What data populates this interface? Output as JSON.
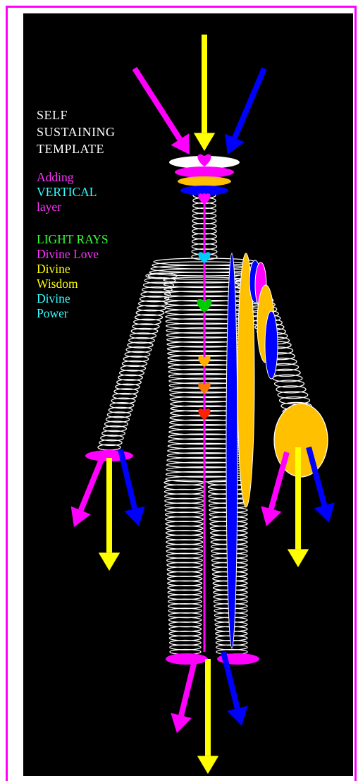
{
  "diagram": {
    "title": [
      "SELF",
      "SUSTAINING",
      "TEMPLATE"
    ],
    "layer_note": [
      {
        "text": "Adding",
        "color": "#ff33ff"
      },
      {
        "text": "VERTICAL",
        "color": "#33ffff"
      },
      {
        "text": "layer",
        "color": "#ff33ff"
      }
    ],
    "light_rays": [
      {
        "text": "LIGHT RAYS",
        "color": "#33ff33"
      },
      {
        "text": "Divine Love",
        "color": "#ff33ff"
      },
      {
        "text": "Divine",
        "color": "#ffff00"
      },
      {
        "text": "Wisdom",
        "color": "#ffff00"
      },
      {
        "text": "Divine",
        "color": "#33ffff"
      },
      {
        "text": "Power",
        "color": "#33ffff"
      }
    ],
    "colors": {
      "frame": "#ff00ff",
      "background": "#000000",
      "outline": "#ffffff",
      "love": "#ff00ff",
      "wisdom": "#ffff00",
      "power": "#0000ff",
      "gold": "#ffc000",
      "chakra_throat": "#00ccff",
      "chakra_heart": "#00cc00",
      "chakra_solar": "#ffb000",
      "chakra_sacral": "#ff7700",
      "chakra_root": "#ff2200"
    },
    "icons": [
      "heart-icon",
      "arrow-icon"
    ]
  }
}
